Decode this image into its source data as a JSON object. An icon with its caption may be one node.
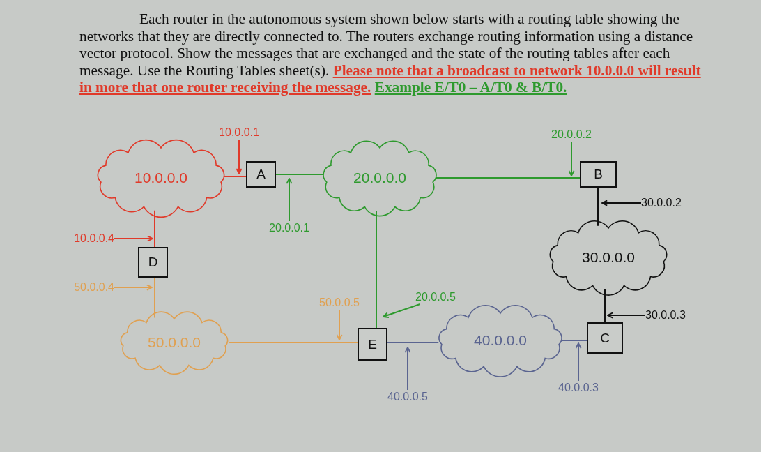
{
  "diagram": {
    "title": "Each router in the autonomous system shown below starts with a routing table showing the networks that they are directly connected to. The routers exchange routing information using a distance vector protocol. Show the messages that are exchanged and the state of the routing tables after each message. Use the Routing Tables sheet(s). **Please note that a broadcast to network 10.0.0.0 will result in more that one router receiving the message.** **Example E/T0 – A/T0 & B/T0.**",
    "nodes": [
      {
        "text": [
          "10.0.0.0"
        ]
      },
      {
        "text": [
          "A"
        ]
      },
      {
        "text": [
          "20.0.0.0"
        ]
      },
      {
        "text": [
          "B"
        ]
      },
      {
        "text": [
          "30.0.0.0"
        ]
      },
      {
        "text": [
          "D"
        ]
      },
      {
        "text": [
          "50.0.0.0"
        ]
      },
      {
        "text": [
          "E"
        ]
      },
      {
        "text": [
          "40.0.0.0"
        ]
      },
      {
        "text": [
          "C"
        ]
      },
      {
        "text": [
          "10.0.0.1"
        ]
      },
      {
        "text": [
          "20.0.0.2"
        ]
      },
      {
        "text": [
          "30.0.0.2"
        ]
      },
      {
        "text": [
          "20.0.0.1"
        ]
      },
      {
        "text": [
          "10.0.0.4"
        ]
      },
      {
        "text": [
          "50.0.0.4"
        ]
      },
      {
        "text": [
          "50.0.0.5"
        ]
      },
      {
        "text": [
          "20.0.0.5"
        ]
      },
      {
        "text": [
          "30.0.0.3"
        ]
      },
      {
        "text": [
          "40.0.0.5"
        ]
      },
      {
        "text": [
          "40.0.0.3"
        ]
      }
    ],
    "edges": [
      {
        "from": 0,
        "to": 1,
        "arrow": "none",
        "color": "#e03a2a"
      },
      {
        "from": 1,
        "to": 2,
        "arrow": "none",
        "color": "#2e9a2e"
      },
      {
        "from": 2,
        "to": 3,
        "arrow": "none",
        "color": "#2e9a2e"
      },
      {
        "from": 3,
        "to": 4,
        "arrow": "none",
        "color": "#111111"
      },
      {
        "from": 0,
        "to": 5,
        "arrow": "none",
        "color": "#e03a2a"
      },
      {
        "from": 5,
        "to": 6,
        "arrow": "none",
        "color": "#e0a050"
      },
      {
        "from": 6,
        "to": 7,
        "arrow": "none",
        "color": "#e0a050"
      },
      {
        "from": 2,
        "to": 7,
        "arrow": "none",
        "color": "#2e9a2e"
      },
      {
        "from": 7,
        "to": 8,
        "arrow": "none",
        "color": "#5a6490"
      },
      {
        "from": 8,
        "to": 9,
        "arrow": "none",
        "color": "#5a6490"
      },
      {
        "from": 4,
        "to": 9,
        "arrow": "none",
        "color": "#111111"
      },
      {
        "from": 10,
        "to": 1,
        "arrow": "to",
        "color": "#e03a2a"
      },
      {
        "from": 11,
        "to": 3,
        "arrow": "to",
        "color": "#2e9a2e"
      },
      {
        "from": 12,
        "to": 3,
        "arrow": "to",
        "color": "#111111"
      },
      {
        "from": 13,
        "to": 1,
        "arrow": "to",
        "color": "#2e9a2e"
      },
      {
        "from": 14,
        "to": 5,
        "arrow": "to",
        "color": "#e03a2a"
      },
      {
        "from": 15,
        "to": 5,
        "arrow": "to",
        "color": "#e0a050"
      },
      {
        "from": 16,
        "to": 7,
        "arrow": "to",
        "color": "#e0a050"
      },
      {
        "from": 17,
        "to": 7,
        "arrow": "to",
        "color": "#2e9a2e"
      },
      {
        "from": 18,
        "to": 9,
        "arrow": "to",
        "color": "#111111"
      },
      {
        "from": 19,
        "to": 7,
        "arrow": "to",
        "color": "#5a6490"
      },
      {
        "from": 20,
        "to": 9,
        "arrow": "to",
        "color": "#5a6490"
      }
    ]
  }
}
